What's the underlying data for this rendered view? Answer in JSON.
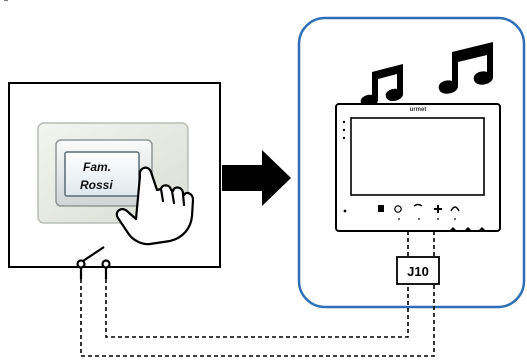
{
  "corner_glyph": "“",
  "push_button": {
    "nameplate_line1": "Fam.",
    "nameplate_line2": "Rossi"
  },
  "monitor": {
    "brand": "urmet",
    "icons": [
      "music-note-icon",
      "music-note-icon"
    ]
  },
  "terminal_block": {
    "label": "J10"
  },
  "colors": {
    "accent_blue": "#2f6fb6",
    "line": "#000000",
    "plate_edge": "#9aa3a3"
  }
}
